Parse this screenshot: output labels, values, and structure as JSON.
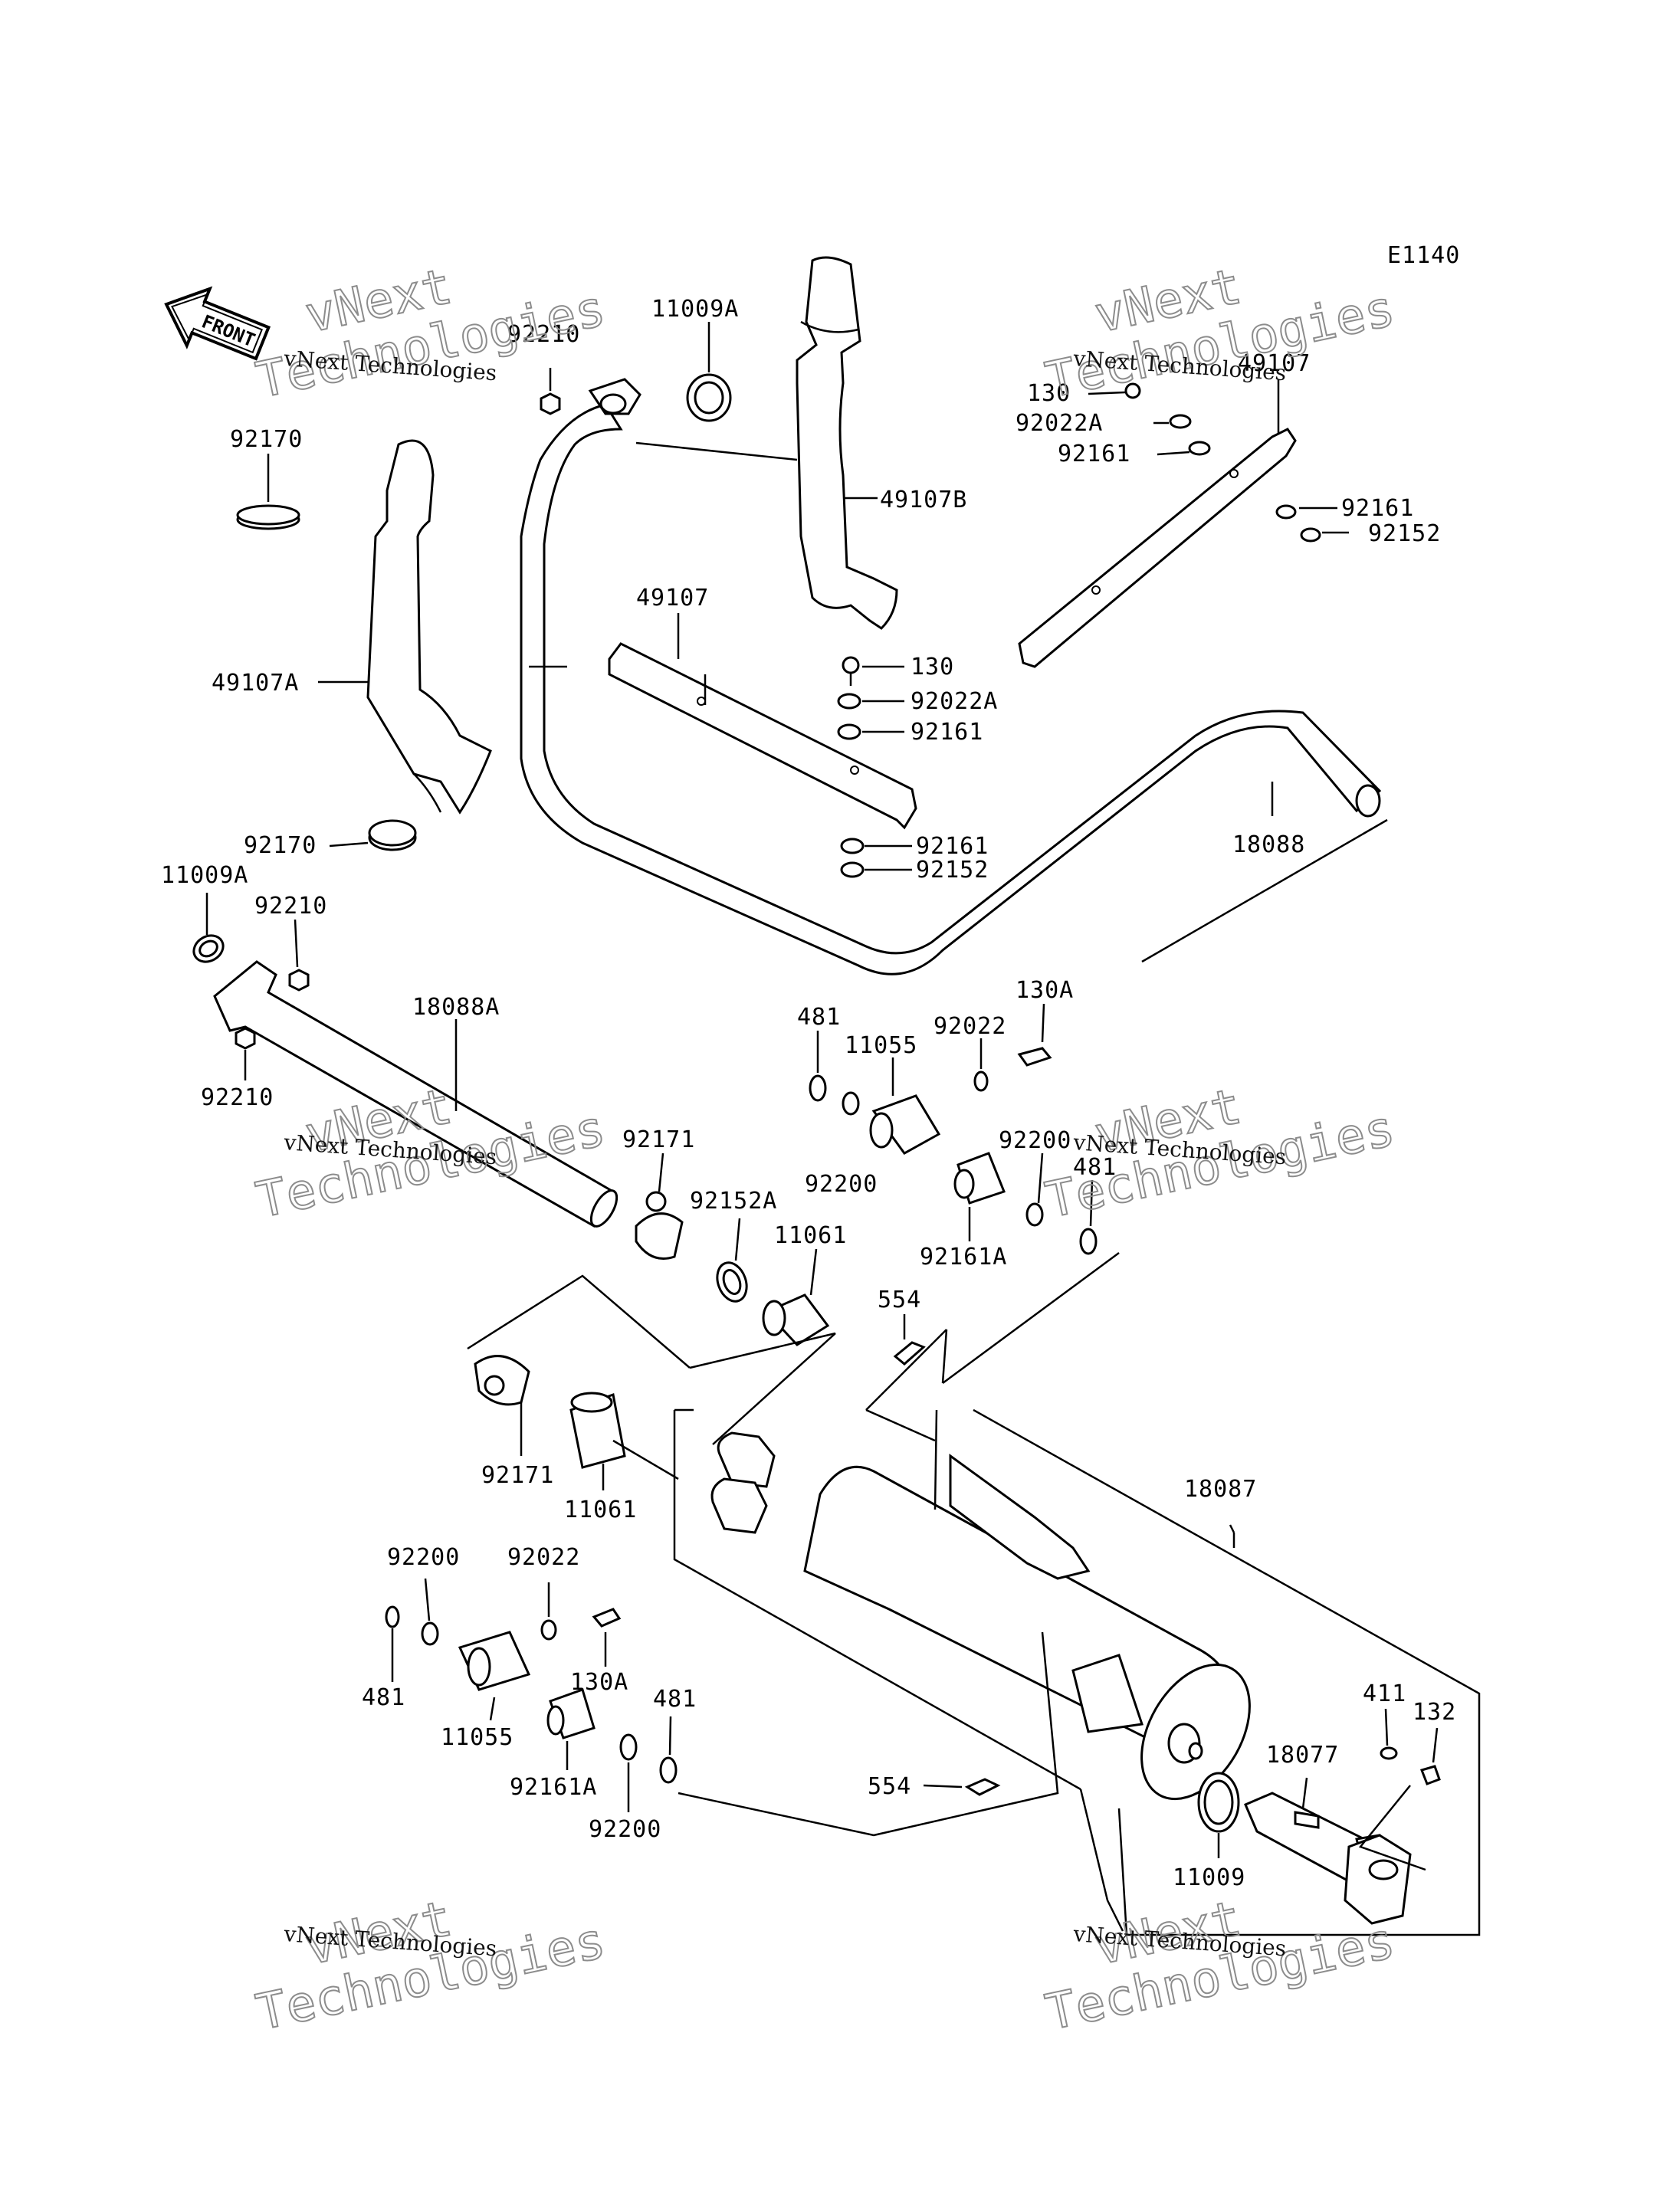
{
  "diagram_code": "E1140",
  "front_label": "FRONT",
  "watermark": {
    "line1": "vNext Technologies",
    "line2a": "vNext",
    "line2b": "Technologies"
  },
  "labels": {
    "p92210_a": "92210",
    "p11009A_a": "11009A",
    "p92170_a": "92170",
    "p49107A": "49107A",
    "p49107B": "49107B",
    "p49107_mid": "49107",
    "p49107_right": "49107",
    "p130_right": "130",
    "p92022A_right": "92022A",
    "p92161_right1": "92161",
    "p92161_right2": "92161",
    "p92152_right": "92152",
    "p130_mid": "130",
    "p92022A_mid": "92022A",
    "p92161_mid1": "92161",
    "p92161_mid2": "92161",
    "p92152_mid": "92152",
    "p18088": "18088",
    "p92170_b": "92170",
    "p11009A_b": "11009A",
    "p92210_b": "92210",
    "p92210_c": "92210",
    "p18088A": "18088A",
    "p92171_a": "92171",
    "p92152A": "92152A",
    "p11061_a": "11061",
    "p481_a": "481",
    "p11055_a": "11055",
    "p92022_a": "92022",
    "p130A_a": "130A",
    "p92200_a": "92200",
    "p92200_b": "92200",
    "p481_b": "481",
    "p92161A_a": "92161A",
    "p554_a": "554",
    "p92171_b": "92171",
    "p11061_b": "11061",
    "p18087": "18087",
    "p92200_c": "92200",
    "p92022_b": "92022",
    "p481_c": "481",
    "p130A_b": "130A",
    "p481_d": "481",
    "p11055_b": "11055",
    "p92161A_b": "92161A",
    "p92200_d": "92200",
    "p554_b": "554",
    "p411": "411",
    "p132": "132",
    "p18077": "18077",
    "p11009": "11009"
  }
}
